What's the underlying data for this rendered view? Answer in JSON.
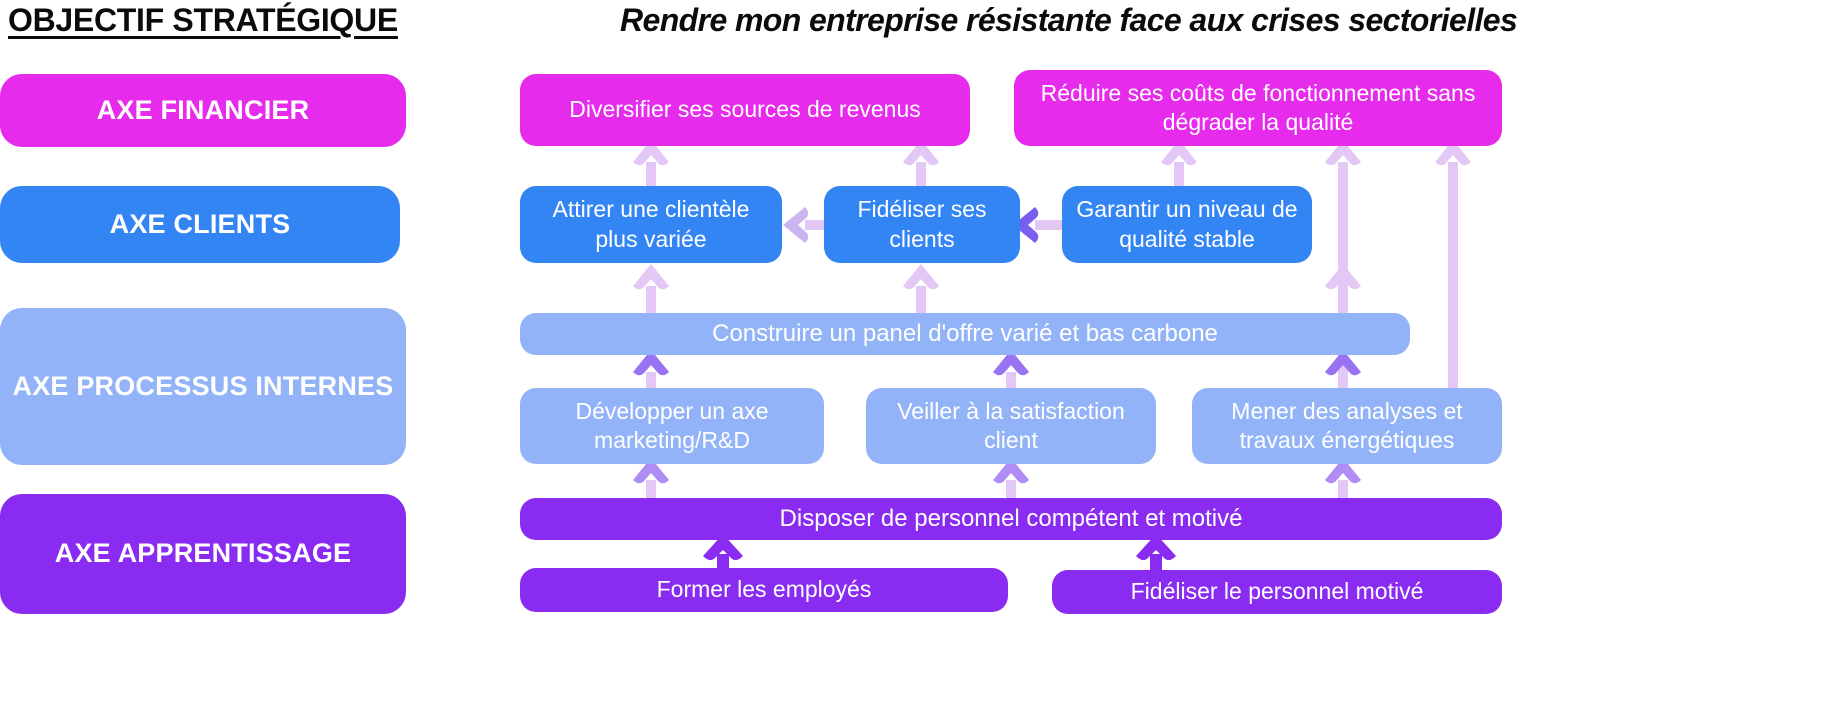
{
  "header": {
    "objective_label": "OBJECTIF STRATÉGIQUE",
    "objective_statement": "Rendre mon entreprise résistante face aux crises sectorielles"
  },
  "colors": {
    "financial": "#e72bec",
    "clients": "#3385f4",
    "process": "#92b3f7",
    "learning": "#8a2bf2",
    "arrow_light": "#e3c7f4",
    "arrow_purple": "#8a2bf2",
    "text_dark": "#0b0b0b",
    "text_on_card": "#ffffff",
    "background": "#ffffff"
  },
  "perspectives": [
    {
      "id": "financier",
      "label": "AXE FINANCIER",
      "color": "#e72bec"
    },
    {
      "id": "clients",
      "label": "AXE CLIENTS",
      "color": "#3385f4"
    },
    {
      "id": "processus",
      "label": "AXE PROCESSUS INTERNES",
      "color": "#92b3f7"
    },
    {
      "id": "apprentissage",
      "label": "AXE APPRENTISSAGE",
      "color": "#8a2bf2"
    }
  ],
  "objectives": {
    "financial": [
      {
        "id": "diversifier-revenus",
        "label": "Diversifier ses sources de revenus"
      },
      {
        "id": "reduire-couts",
        "label": "Réduire ses coûts de fonctionnement sans dégrader la qualité"
      }
    ],
    "clients": [
      {
        "id": "attirer-clientele",
        "label": "Attirer une clientèle plus variée"
      },
      {
        "id": "fideliser-clients",
        "label": "Fidéliser ses clients"
      },
      {
        "id": "garantir-qualite",
        "label": "Garantir un niveau de qualité stable"
      }
    ],
    "process": [
      {
        "id": "panel-offre",
        "label": "Construire un panel d'offre varié et bas carbone"
      },
      {
        "id": "marketing-rd",
        "label": "Développer un axe marketing/R&D"
      },
      {
        "id": "satisfaction-client",
        "label": "Veiller à la satisfaction client"
      },
      {
        "id": "analyses-travaux",
        "label": "Mener des analyses et travaux énergétiques"
      }
    ],
    "learning": [
      {
        "id": "personnel-competent",
        "label": "Disposer de personnel compétent et motivé"
      },
      {
        "id": "former-employes",
        "label": "Former les employés"
      },
      {
        "id": "fideliser-personnel",
        "label": "Fidéliser le personnel motivé"
      }
    ]
  },
  "connections": [
    {
      "from": "attirer-clientele",
      "to": "diversifier-revenus",
      "direction": "up"
    },
    {
      "from": "fideliser-clients",
      "to": "diversifier-revenus",
      "direction": "up"
    },
    {
      "from": "fideliser-clients",
      "to": "attirer-clientele",
      "direction": "left"
    },
    {
      "from": "garantir-qualite",
      "to": "fideliser-clients",
      "direction": "left"
    },
    {
      "from": "garantir-qualite",
      "to": "reduire-couts",
      "direction": "up"
    },
    {
      "from": "panel-offre",
      "to": "attirer-clientele",
      "direction": "up"
    },
    {
      "from": "panel-offre",
      "to": "fideliser-clients",
      "direction": "up"
    },
    {
      "from": "panel-offre",
      "to": "garantir-qualite",
      "direction": "up"
    },
    {
      "from": "marketing-rd",
      "to": "panel-offre",
      "direction": "up"
    },
    {
      "from": "satisfaction-client",
      "to": "panel-offre",
      "direction": "up"
    },
    {
      "from": "analyses-travaux",
      "to": "panel-offre",
      "direction": "up"
    },
    {
      "from": "analyses-travaux",
      "to": "reduire-couts",
      "direction": "up"
    },
    {
      "from": "personnel-competent",
      "to": "marketing-rd",
      "direction": "up"
    },
    {
      "from": "personnel-competent",
      "to": "satisfaction-client",
      "direction": "up"
    },
    {
      "from": "personnel-competent",
      "to": "analyses-travaux",
      "direction": "up"
    },
    {
      "from": "former-employes",
      "to": "personnel-competent",
      "direction": "up"
    },
    {
      "from": "fideliser-personnel",
      "to": "personnel-competent",
      "direction": "up"
    }
  ]
}
